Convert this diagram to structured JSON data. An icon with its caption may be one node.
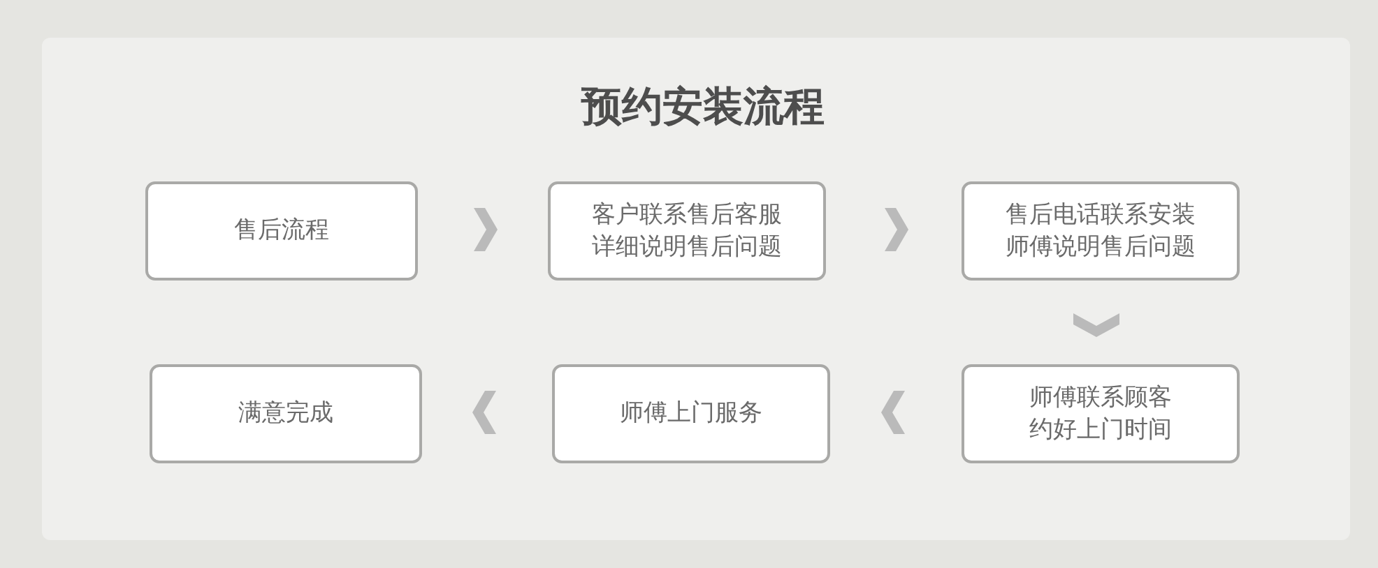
{
  "diagram": {
    "title": "预约安装流程",
    "nodes": [
      {
        "text": [
          "售后流程"
        ]
      },
      {
        "text": [
          "客户联系售后客服详细说明售后问题"
        ]
      },
      {
        "text": [
          "售后电话联系安装师傅说明售后问题"
        ]
      },
      {
        "text": [
          "师傅联系顾客约好上门时间"
        ]
      },
      {
        "text": [
          "师傅上门服务"
        ]
      },
      {
        "text": [
          "满意完成"
        ]
      }
    ],
    "edges": [
      {
        "from": 0,
        "to": 1,
        "arrow": "to"
      },
      {
        "from": 1,
        "to": 2,
        "arrow": "to"
      },
      {
        "from": 2,
        "to": 3,
        "arrow": "to"
      },
      {
        "from": 3,
        "to": 4,
        "arrow": "to"
      },
      {
        "from": 4,
        "to": 5,
        "arrow": "to"
      }
    ]
  }
}
